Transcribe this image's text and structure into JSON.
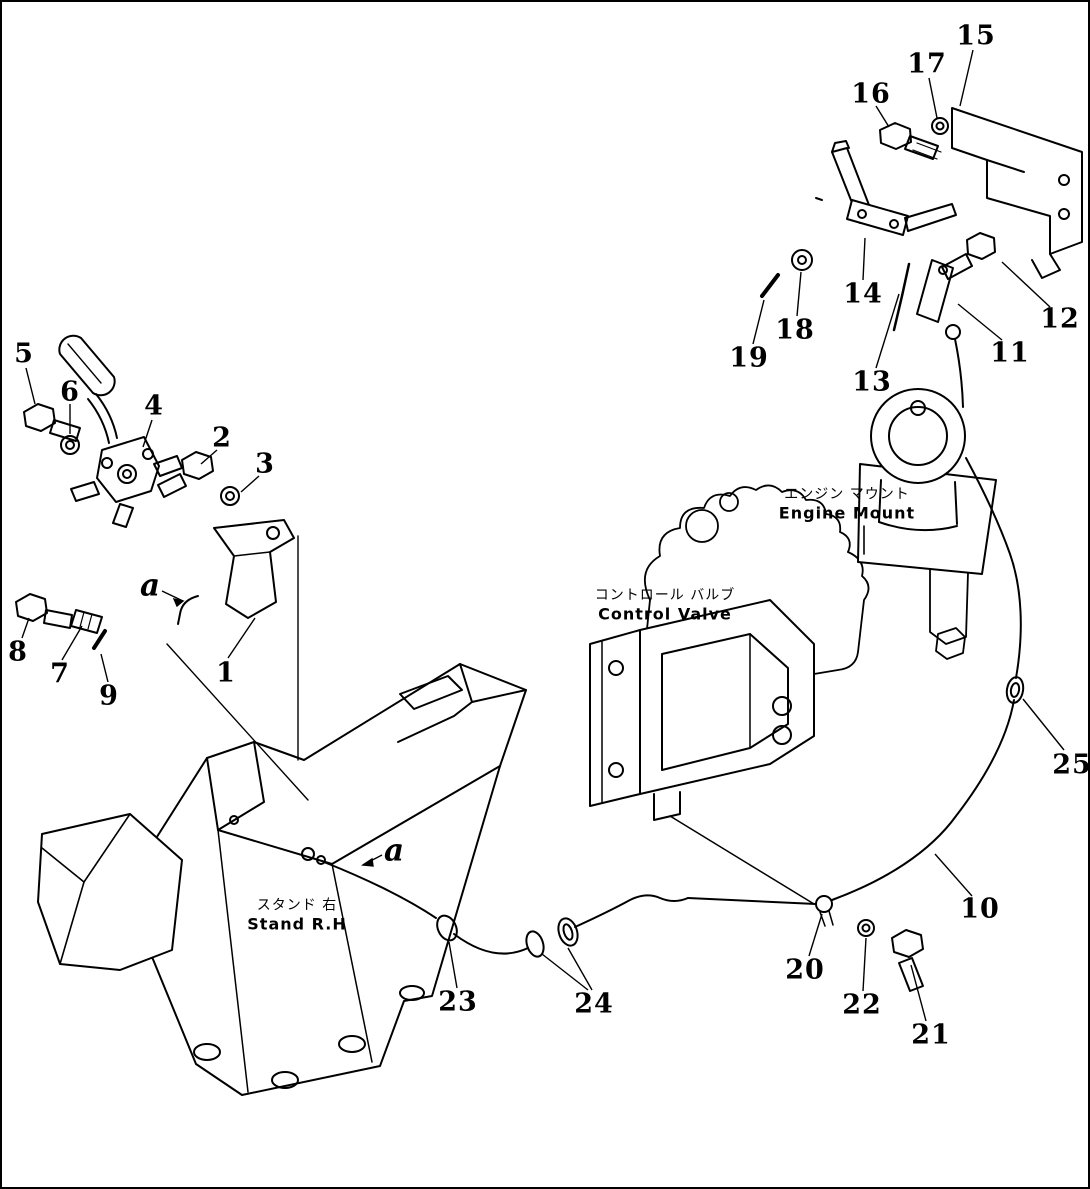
{
  "figure": {
    "background": "#ffffff",
    "line_color": "#000000"
  },
  "component_labels": {
    "stand": {
      "jp": "スタンド 右",
      "en": "Stand R.H"
    },
    "control_valve": {
      "jp": "コントロール バルブ",
      "en": "Control Valve"
    },
    "engine_mount": {
      "jp": "エンジン マウント",
      "en": "Engine Mount"
    }
  },
  "refs": {
    "a_upper": "a",
    "a_lower": "a"
  },
  "callouts": {
    "1": "1",
    "2": "2",
    "3": "3",
    "4": "4",
    "5": "5",
    "6": "6",
    "7": "7",
    "8": "8",
    "9": "9",
    "10": "10",
    "11": "11",
    "12": "12",
    "13": "13",
    "14": "14",
    "15": "15",
    "16": "16",
    "17": "17",
    "18": "18",
    "19": "19",
    "20": "20",
    "21": "21",
    "22": "22",
    "23": "23",
    "24": "24",
    "25": "25"
  }
}
